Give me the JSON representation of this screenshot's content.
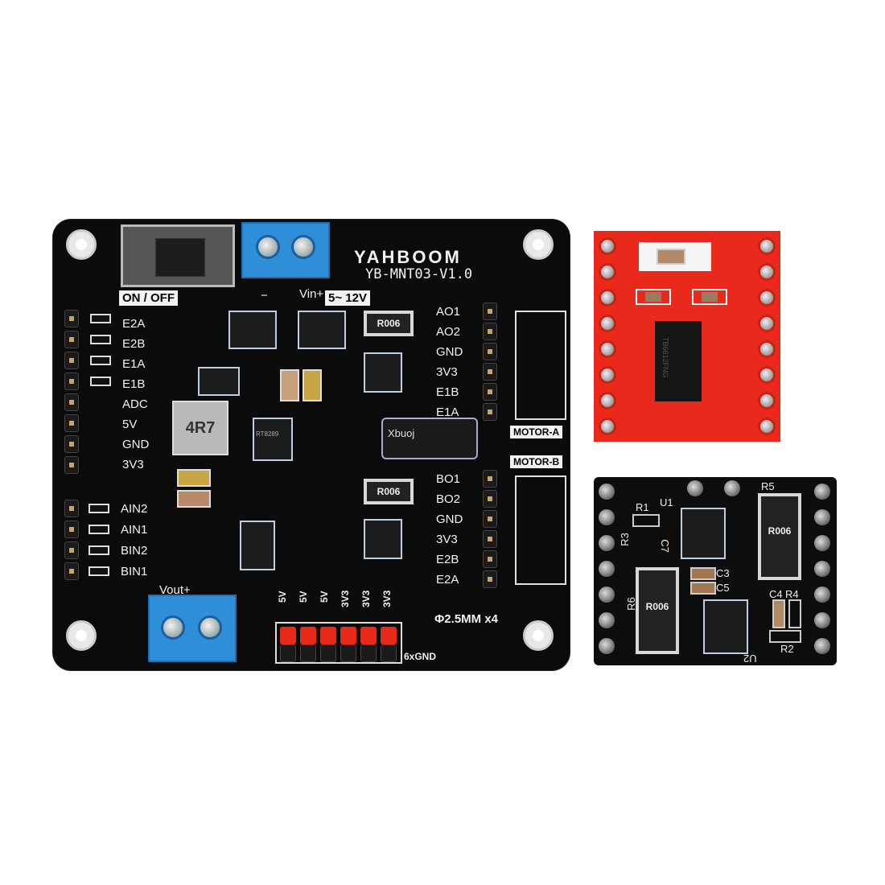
{
  "main_board": {
    "brand": "YAHBOOM",
    "model": "YB-MNT03-V1.0",
    "switch_label": "ON / OFF",
    "vin_label": "Vin+",
    "vin_minus": "−",
    "voltage_range": "5~ 12V",
    "vout_label": "Vout+",
    "hole_spec": "Φ2.5MM x4",
    "gnd_row_label": "6xGND",
    "left_pins_top": [
      "E2A",
      "E2B",
      "E1A",
      "E1B",
      "ADC",
      "5V",
      "GND",
      "3V3"
    ],
    "left_pins_bottom": [
      "AIN2",
      "AIN1",
      "BIN2",
      "BIN1"
    ],
    "motor_a_pins": [
      "AO1",
      "AO2",
      "GND",
      "3V3",
      "E1B",
      "E1A"
    ],
    "motor_b_pins": [
      "BO1",
      "BO2",
      "GND",
      "3V3",
      "E2B",
      "E2A"
    ],
    "motor_a_label": "MOTOR-A",
    "motor_b_label": "MOTOR-B",
    "power_header_labels": [
      "5V",
      "5V",
      "5V",
      "3V3",
      "3V3",
      "3V3"
    ],
    "inductor_marking": "4R7",
    "shunt_marking": "R006",
    "capacitor_marking": "Xbuoj",
    "regulator_marking": "RT8289"
  },
  "red_module": {
    "chip_marking": "TB6612FNG",
    "color": "#e8291b"
  },
  "black_module": {
    "designators": [
      "R1",
      "U1",
      "R5",
      "R3",
      "C7",
      "C3",
      "C5",
      "R6",
      "C4",
      "R4",
      "R2",
      "U2"
    ],
    "shunt_marking": "R006"
  }
}
